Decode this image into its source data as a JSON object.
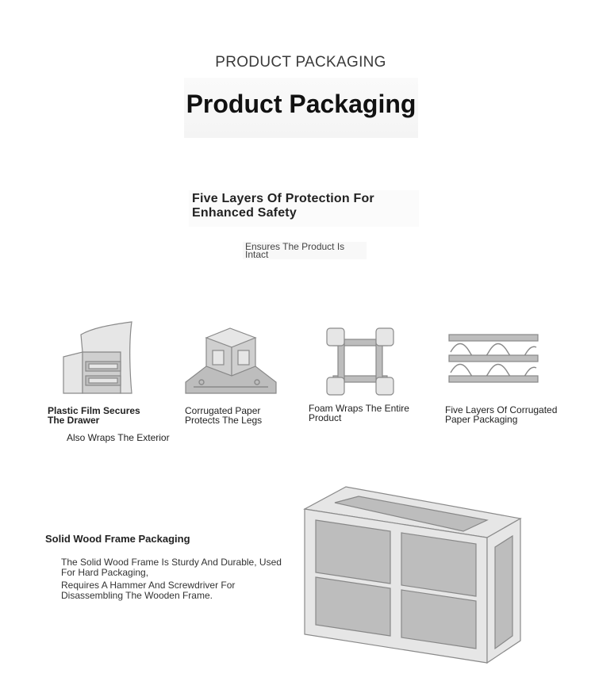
{
  "header": {
    "kicker": "PRODUCT PACKAGING",
    "title": "Product Packaging"
  },
  "protection": {
    "heading_line1": "Five Layers Of Protection For",
    "heading_line2": "Enhanced Safety",
    "note_line1": "Ensures The Product Is",
    "note_line2": "Intact"
  },
  "features": [
    {
      "icon": "plastic-film-drawer-icon",
      "line1": "Plastic Film Secures",
      "line2": "The Drawer",
      "extra": "Also Wraps The Exterior"
    },
    {
      "icon": "corrugated-corner-icon",
      "line1": "Corrugated Paper",
      "line2": "Protects The Legs"
    },
    {
      "icon": "foam-frame-icon",
      "line1": "Foam Wraps The Entire",
      "line2": "Product"
    },
    {
      "icon": "corrugated-layers-icon",
      "line1": "Five Layers Of Corrugated",
      "line2": "Paper Packaging"
    }
  ],
  "wood_frame": {
    "title": "Solid Wood Frame Packaging",
    "desc1_line1": "The Solid Wood Frame Is Sturdy And Durable, Used",
    "desc1_line2": "For Hard Packaging,",
    "desc2_line1": "Requires A Hammer And Screwdriver For",
    "desc2_line2": "Disassembling The Wooden Frame.",
    "icon": "wooden-crate-icon"
  }
}
